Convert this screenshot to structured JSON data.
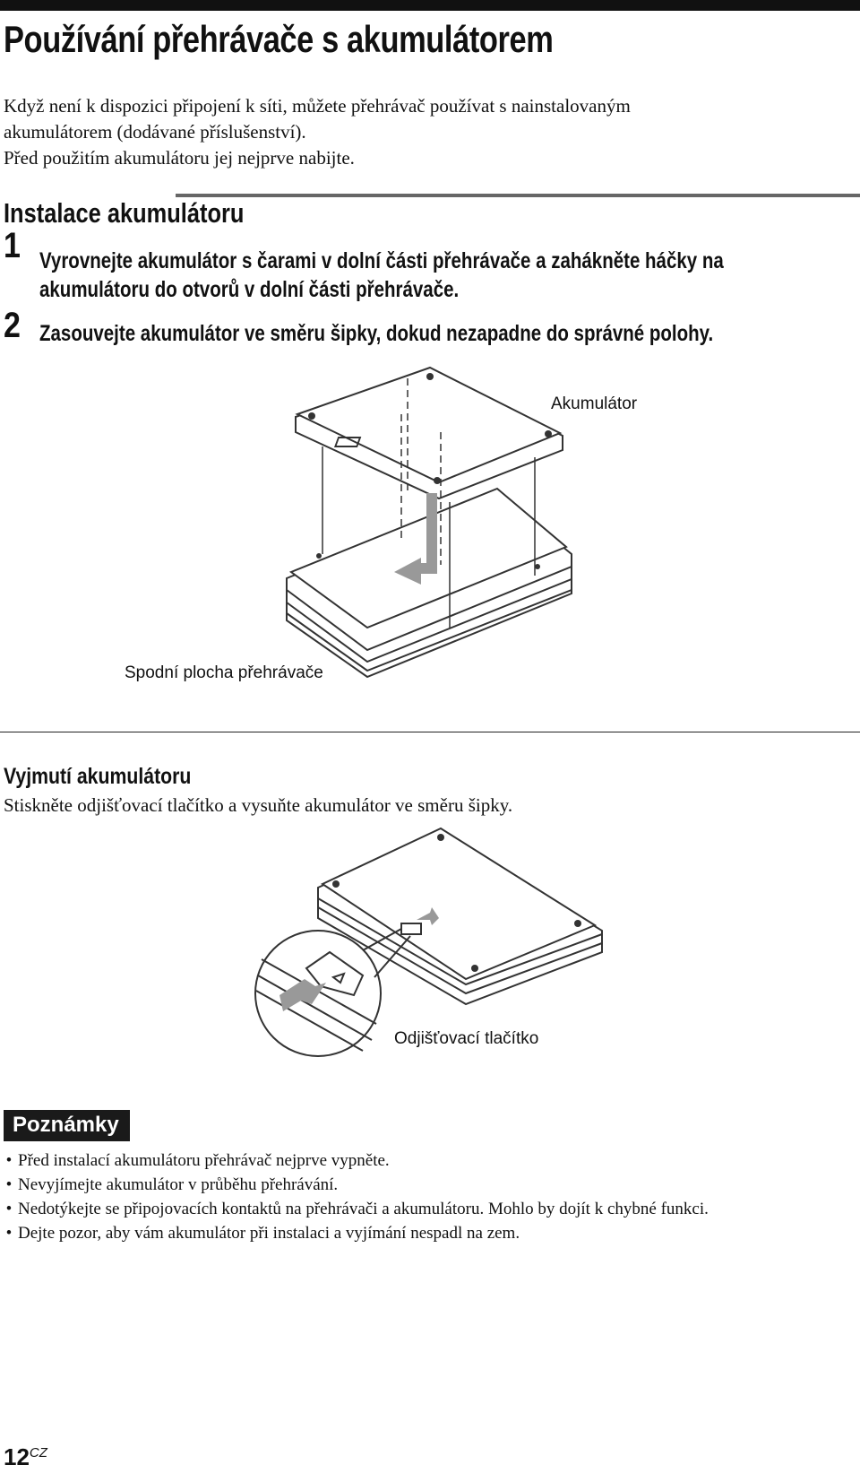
{
  "title": "Používání přehrávače s akumulátorem",
  "intro": {
    "line1": "Když není k dispozici připojení k síti, můžete přehrávač používat s nainstalovaným",
    "line2": "akumulátorem (dodávané příslušenství).",
    "line3": "Před použitím akumulátoru jej nejprve nabijte."
  },
  "install": {
    "heading": "Instalace akumulátoru",
    "steps": [
      {
        "num": "1",
        "line1": "Vyrovnejte akumulátor s čarami v dolní části přehrávače a zahákněte háčky na",
        "line2": "akumulátoru do otvorů v dolní části přehrávače."
      },
      {
        "num": "2",
        "line1": "Zasouvejte akumulátor ve směru šipky, dokud nezapadne do správné polohy."
      }
    ],
    "figure": {
      "label_battery": "Akumulátor",
      "label_bottom": "Spodní plocha přehrávače"
    }
  },
  "remove": {
    "heading": "Vyjmutí akumulátoru",
    "text": "Stiskněte odjišťovací tlačítko a vysuňte akumulátor ve směru šipky.",
    "figure": {
      "label_release": "Odjišťovací tlačítko"
    }
  },
  "notes": {
    "heading": "Poznámky",
    "items": [
      "Před instalací akumulátoru přehrávač nejprve vypněte.",
      "Nevyjímejte akumulátor v průběhu přehrávání.",
      "Nedotýkejte se připojovacích kontaktů na přehrávači a akumulátoru. Mohlo by dojít k chybné funkci.",
      "Dejte pozor, aby vám akumulátor při instalaci a vyjímání nespadl na zem."
    ],
    "bullet": "•"
  },
  "page": {
    "number": "12",
    "suffix": "CZ"
  }
}
